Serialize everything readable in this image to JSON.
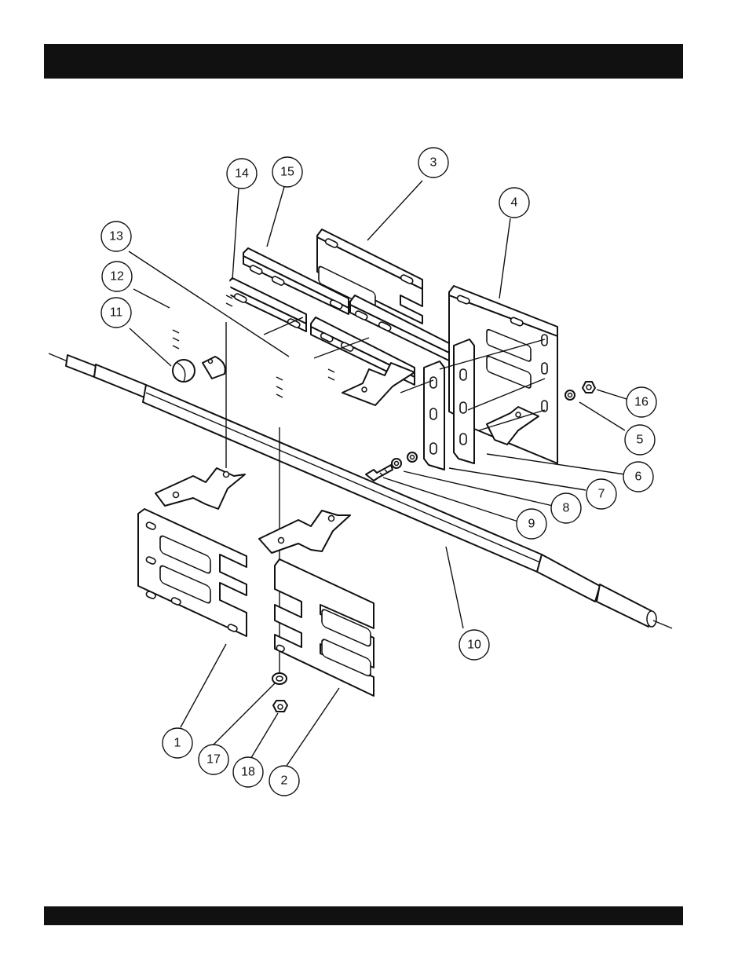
{
  "page": {
    "header_text": "",
    "footer_text": ""
  },
  "colors": {
    "ink": "#111111",
    "paper": "#ffffff",
    "bar": "#111111"
  },
  "callouts": [
    {
      "id": "1",
      "label": "1"
    },
    {
      "id": "2",
      "label": "2"
    },
    {
      "id": "3",
      "label": "3"
    },
    {
      "id": "4",
      "label": "4"
    },
    {
      "id": "5",
      "label": "5"
    },
    {
      "id": "6",
      "label": "6"
    },
    {
      "id": "7",
      "label": "7"
    },
    {
      "id": "8",
      "label": "8"
    },
    {
      "id": "9",
      "label": "9"
    },
    {
      "id": "10",
      "label": "10"
    },
    {
      "id": "11",
      "label": "11"
    },
    {
      "id": "12",
      "label": "12"
    },
    {
      "id": "13",
      "label": "13"
    },
    {
      "id": "14",
      "label": "14"
    },
    {
      "id": "15",
      "label": "15"
    },
    {
      "id": "16",
      "label": "16"
    },
    {
      "id": "17",
      "label": "17"
    },
    {
      "id": "18",
      "label": "18"
    }
  ]
}
